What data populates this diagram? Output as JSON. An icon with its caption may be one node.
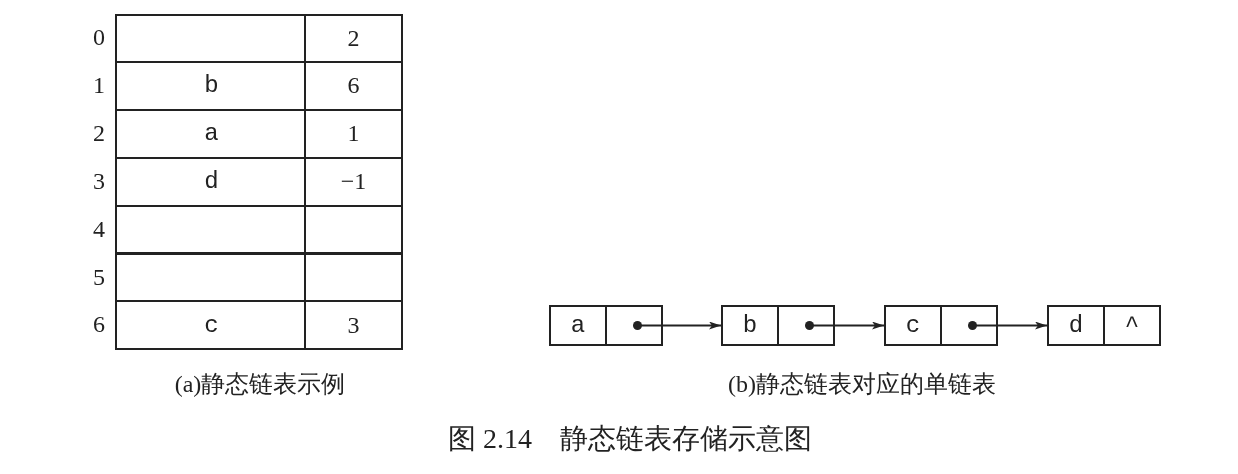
{
  "diagram": {
    "caption": "图 2.14　静态链表存储示意图",
    "nodes": [
      {
        "text": [
          "a"
        ]
      },
      {
        "text": [
          "b"
        ]
      },
      {
        "text": [
          "c"
        ]
      },
      {
        "text": [
          "d",
          "^"
        ]
      }
    ],
    "edges": [
      {
        "from": 0,
        "to": 1,
        "arrow": "to"
      },
      {
        "from": 1,
        "to": 2,
        "arrow": "to"
      },
      {
        "from": 2,
        "to": 3,
        "arrow": "to"
      }
    ],
    "labels": [
      "0",
      "2",
      "1",
      "b",
      "6",
      "2",
      "a",
      "1",
      "3",
      "d",
      "−1",
      "4",
      "5",
      "6",
      "c",
      "3",
      "(a)静态链表示例",
      "(b)静态链表对应的单链表"
    ]
  }
}
